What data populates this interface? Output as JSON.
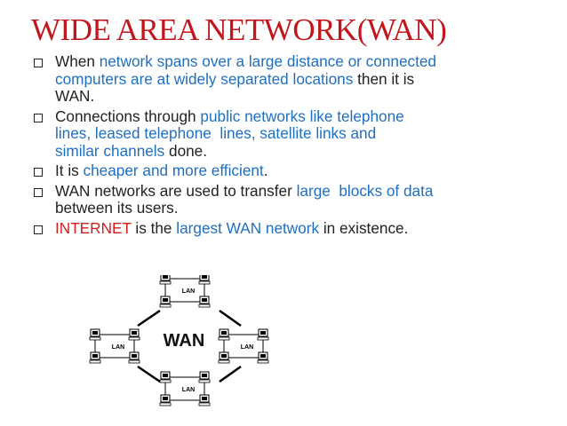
{
  "title": "WIDE AREA NETWORK(WAN)",
  "colors": {
    "title": "#c0161c",
    "highlight_blue": "#1f6fbf",
    "highlight_red": "#d21d1d",
    "body_text": "#222222"
  },
  "bullet_marker": "hollow-square-icon",
  "bullets": [
    {
      "lines": [
        [
          {
            "t": "When ",
            "s": "plain"
          },
          {
            "t": "network spans over a large distance or connected",
            "s": "blue"
          }
        ],
        [
          {
            "t": "computers are at widely separated locations",
            "s": "blue"
          },
          {
            "t": " then it is",
            "s": "plain"
          }
        ],
        [
          {
            "t": "WAN.",
            "s": "plain"
          }
        ]
      ]
    },
    {
      "lines": [
        [
          {
            "t": "Connections through ",
            "s": "plain"
          },
          {
            "t": "public networks like telephone",
            "s": "blue"
          }
        ],
        [
          {
            "t": "lines, leased telephone  lines, satellite links and",
            "s": "blue"
          }
        ],
        [
          {
            "t": "similar channels",
            "s": "blue"
          },
          {
            "t": " done.",
            "s": "plain"
          }
        ]
      ]
    },
    {
      "lines": [
        [
          {
            "t": "It is ",
            "s": "plain"
          },
          {
            "t": "cheaper and more efficient",
            "s": "blue"
          },
          {
            "t": ".",
            "s": "plain"
          }
        ]
      ]
    },
    {
      "lines": [
        [
          {
            "t": "WAN networks are used to transfer ",
            "s": "plain"
          },
          {
            "t": "large  blocks of data",
            "s": "blue"
          }
        ],
        [
          {
            "t": "between its users.",
            "s": "plain"
          }
        ]
      ]
    },
    {
      "lines": [
        [
          {
            "t": "INTERNET",
            "s": "red"
          },
          {
            "t": " is the ",
            "s": "plain"
          },
          {
            "t": "largest WAN network",
            "s": "blue"
          },
          {
            "t": " in existence.",
            "s": "plain"
          }
        ]
      ]
    }
  ],
  "diagram": {
    "center_label": "WAN",
    "lan_label": "LAN",
    "node_icon": "computer-icon"
  }
}
